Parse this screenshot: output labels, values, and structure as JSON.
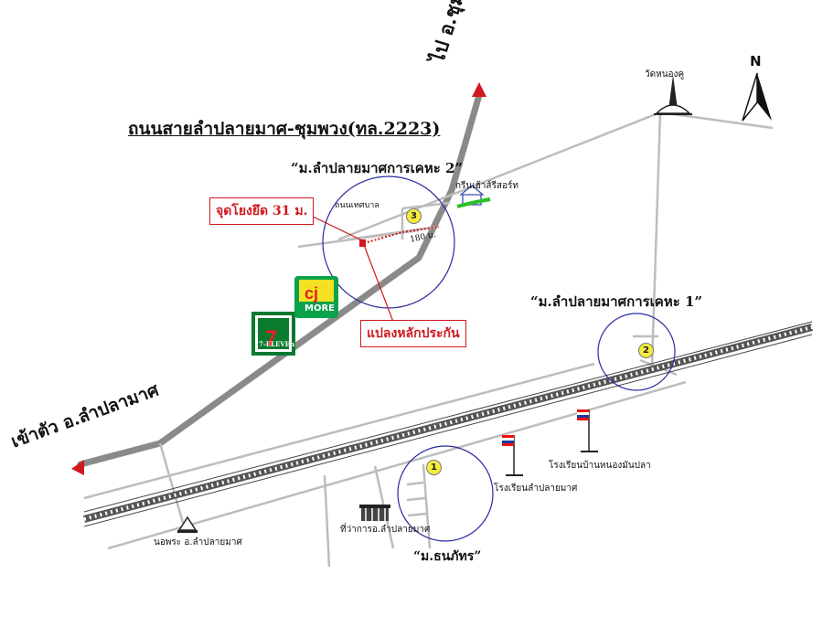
{
  "map": {
    "road_title": "ถนนสายลำปลายมาศ-ชุมพวง(ทล.2223)",
    "direction_north_road": "ไป อ.ชุมพวง",
    "direction_town": "เข้าตัว อ.ลำปลามาศ",
    "north_label": "N",
    "village_2": "“ม.ลำปลายมาศการเคหะ 2”",
    "village_1": "“ม.ลำปลายมาศการเคหะ 1”",
    "village_thanaphat": "“ม.ธนภัทร”",
    "wat_label": "วัดหนองคู",
    "resort_label": "กรีนเฮ้าส์รีสอร์ท",
    "municipal_road_label": "ถนนเทศบาล",
    "distance_label": "180 ม.",
    "callout_junction": "จุดโยงยึด 31 ม.",
    "callout_plot": "แปลงหลักประกัน",
    "school_1": "โรงเรียนลำปลายมาศ",
    "school_2": "โรงเรียนบ้านหนองมันปลา",
    "district_office": "ที่ว่าการอ.ลำปลายมาศ",
    "monument": "นอพระ อ.ลำปลายมาศ",
    "marker_1": "1",
    "marker_2": "2",
    "marker_3": "3",
    "store_711_label": "7-ELEVEn",
    "store_cj_label": "MORE",
    "colors": {
      "road": "#8a8a8a",
      "highlight": "#d0191f",
      "circle": "#2a2aa0",
      "marker": "#f5ec3d"
    }
  }
}
